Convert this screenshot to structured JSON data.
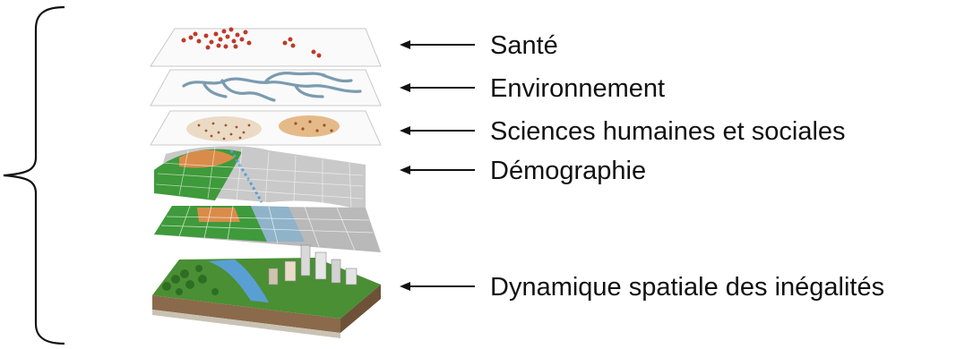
{
  "layers": [
    {
      "label": "Santé"
    },
    {
      "label": "Environnement"
    },
    {
      "label": "Sciences humaines et sociales"
    },
    {
      "label": "Démographie"
    },
    {
      "label": "Dynamique spatiale des inégalités"
    }
  ],
  "colors": {
    "text": "#111111",
    "arrow": "#111111",
    "brace": "#111111",
    "health_points": "#c0392b",
    "river": "#7a9bb0",
    "population_dots": "#a0522d",
    "grid_green": "#3f9a3b",
    "grid_orange": "#d98c4a",
    "grid_gray": "#b9b9b9",
    "water": "#5a9fd4",
    "soil": "#8a6a4a"
  }
}
